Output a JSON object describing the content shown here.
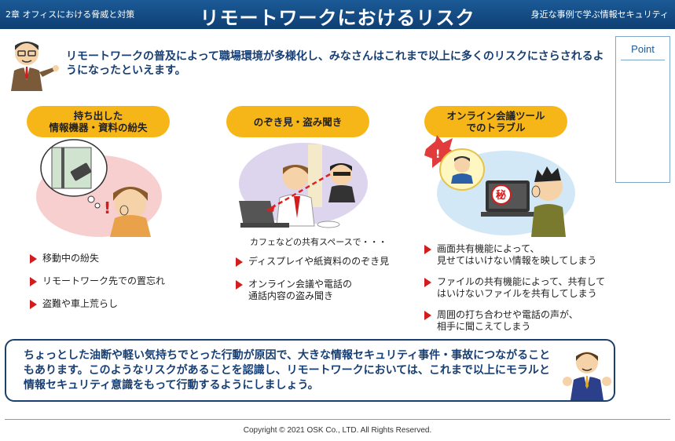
{
  "header": {
    "chapter": "2章 オフィスにおける脅威と対策",
    "title": "リモートワークにおけるリスク",
    "series": "身近な事例で学ぶ情報セキュリティ"
  },
  "point_panel": {
    "label": "Point"
  },
  "intro": {
    "text": "リモートワークの普及によって職場環境が多様化し、みなさんはこれまで以上に多くのリスクにさらされるようになったといえます。"
  },
  "sections": [
    {
      "heading": "持ち出した\n情報機器・資料の紛失",
      "items": [
        "移動中の紛失",
        "リモートワーク先での置忘れ",
        "盗難や車上荒らし"
      ]
    },
    {
      "heading": "のぞき見・盗み聞き",
      "caption": "カフェなどの共有スペースで・・・",
      "items": [
        "ディスプレイや紙資料ののぞき見",
        "オンライン会議や電話の\n通話内容の盗み聞き"
      ]
    },
    {
      "heading": "オンライン会議ツール\nでのトラブル",
      "items": [
        "画面共有機能によって、\n見せてはいけない情報を映してしまう",
        "ファイルの共有機能によって、共有して\nはいけないファイルを共有してしまう",
        "周囲の打ち合わせや電話の声が、\n相手に聞こえてしまう"
      ]
    }
  ],
  "illustrations": {
    "lost_device_mark": "!",
    "secret_mark": "秘",
    "alert_mark": "!"
  },
  "summary": {
    "text": "ちょっとした油断や軽い気持ちでとった行動が原因で、大きな情報セキュリティ事件・事故につながることもあります。このようなリスクがあることを認識し、リモートワークにおいては、これまで以上にモラルと情報セキュリティ意識をもって行動するようにしましょう。"
  },
  "footer": {
    "copyright": "Copyright © 2021 OSK Co., LTD. All Rights Reserved."
  },
  "colors": {
    "header": "#0e3f73",
    "pill": "#f7b618",
    "bullet": "#d11d1d",
    "text_blue": "#173f73"
  }
}
